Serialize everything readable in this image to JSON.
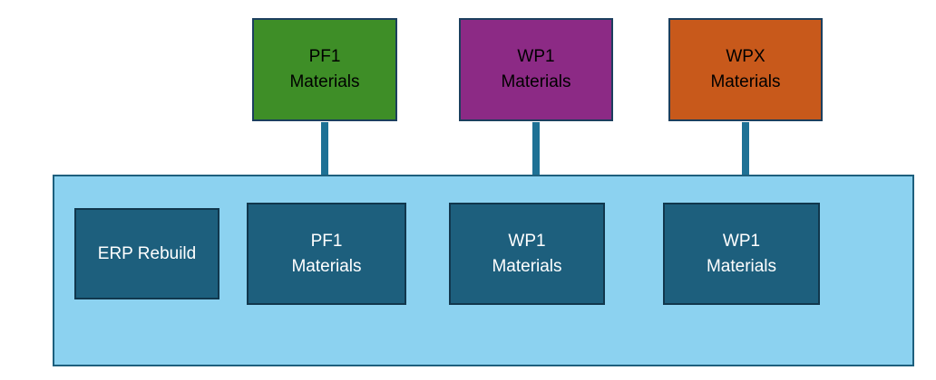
{
  "colors": {
    "green_fill": "#3e8e27",
    "purple_fill": "#8c2a85",
    "orange_fill": "#c8591b",
    "top_box_border": "#1c3f5e",
    "arrow": "#1e7195",
    "container_fill": "#8cd2f0",
    "container_border": "#1d5f7d",
    "dark_box_fill": "#1d5f7d",
    "dark_box_border": "#11374d",
    "white_text": "#ffffff",
    "black_text": "#000000"
  },
  "top_boxes": [
    {
      "label": "PF1\nMaterials"
    },
    {
      "label": "WP1\nMaterials"
    },
    {
      "label": "WPX\nMaterials"
    }
  ],
  "inner_boxes": [
    {
      "label": "ERP Rebuild"
    },
    {
      "label": "PF1\nMaterials"
    },
    {
      "label": "WP1\nMaterials"
    },
    {
      "label": "WP1\nMaterials"
    }
  ]
}
